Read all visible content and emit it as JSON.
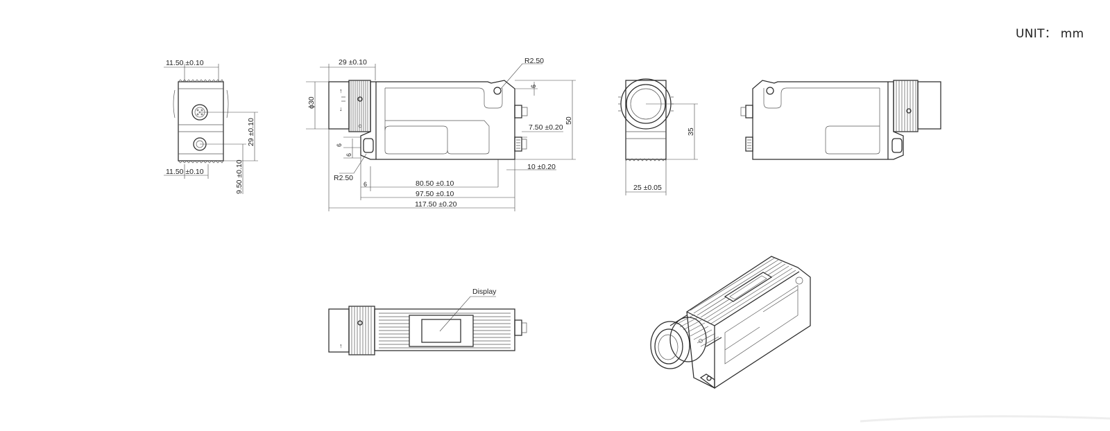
{
  "header": {
    "unit_label": "UNIT：  mm"
  },
  "views": {
    "end_connector": {
      "dim_top": "11.50 ±0.10",
      "dim_bottom": "11.50 ±0.10",
      "dim_right": "29 ±0.10",
      "dim_low": "9.50 ±0.10"
    },
    "side": {
      "dim_lens_len": "29 ±0.10",
      "dim_lens_dia": "ϕ30",
      "radius_top": "R2.50",
      "radius_bottom": "R2.50",
      "dim_six_top": "6",
      "dim_six_a": "6",
      "dim_six_b": "6",
      "dim_six_c": "6",
      "dim_height": "50",
      "dim_conn_a": "7.50 ±0.20",
      "dim_conn_b": "10 ±0.20",
      "dim_80": "80.50 ±0.10",
      "dim_97": "97.50 ±0.10",
      "dim_117": "117.50 ±0.20",
      "arrow_up": "↑",
      "arrow_down": "↓"
    },
    "front": {
      "dim_35": "35",
      "dim_25": "25 ±0.05"
    },
    "top": {
      "display_label": "Display"
    }
  },
  "colors": {
    "line": "#2a2a2a",
    "background": "#ffffff"
  }
}
